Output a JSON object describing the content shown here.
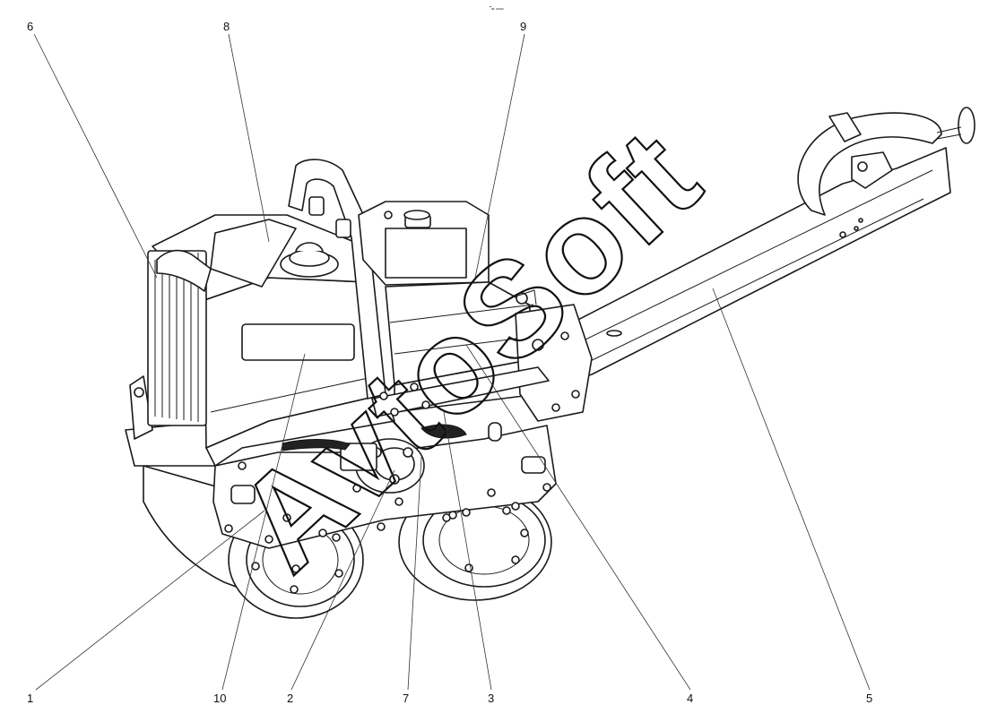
{
  "corner_mark": "˭= ══",
  "watermark_text": "AvtoSoft",
  "callouts": [
    {
      "id": "1",
      "label": "1"
    },
    {
      "id": "2",
      "label": "2"
    },
    {
      "id": "3",
      "label": "3"
    },
    {
      "id": "4",
      "label": "4"
    },
    {
      "id": "5",
      "label": "5"
    },
    {
      "id": "6",
      "label": "6"
    },
    {
      "id": "7",
      "label": "7"
    },
    {
      "id": "8",
      "label": "8"
    },
    {
      "id": "9",
      "label": "9"
    },
    {
      "id": "10",
      "label": "10"
    }
  ]
}
